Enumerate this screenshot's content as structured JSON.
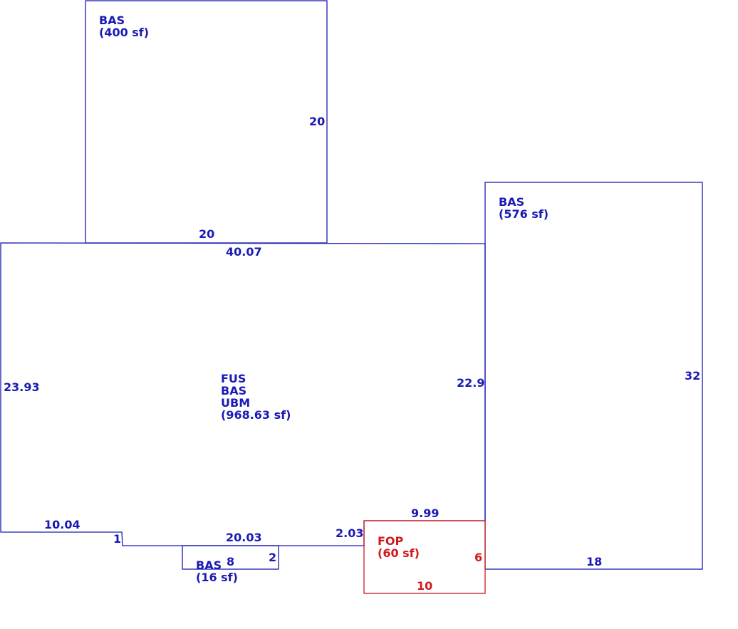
{
  "colors": {
    "main_line": "#1a1ab4",
    "porch_line": "#d01a1a"
  },
  "areas": {
    "upper_bas": {
      "code": "BAS",
      "area": "(400 sf)"
    },
    "right_bas": {
      "code": "BAS",
      "area": "(576 sf)"
    },
    "main": {
      "code1": "FUS",
      "code2": "BAS",
      "code3": "UBM",
      "area": "(968.63 sf)"
    },
    "small_bas": {
      "code": "BAS",
      "area": "(16 sf)"
    },
    "porch_fop": {
      "code": "FOP",
      "area": "(60 sf)"
    }
  },
  "dimensions": {
    "upper_right": "20",
    "upper_bottom": "20",
    "main_top": "40.07",
    "main_left": "23.93",
    "main_right": "22.9",
    "right_side": "32",
    "right_bottom": "18",
    "main_bottom_left": "10.04",
    "step_1": "1",
    "main_bottom_mid": "20.03",
    "step_2_03": "2.03",
    "porch_top": "9.99",
    "small_bottom": "8",
    "small_side": "2",
    "porch_side": "6",
    "porch_bottom": "10"
  }
}
